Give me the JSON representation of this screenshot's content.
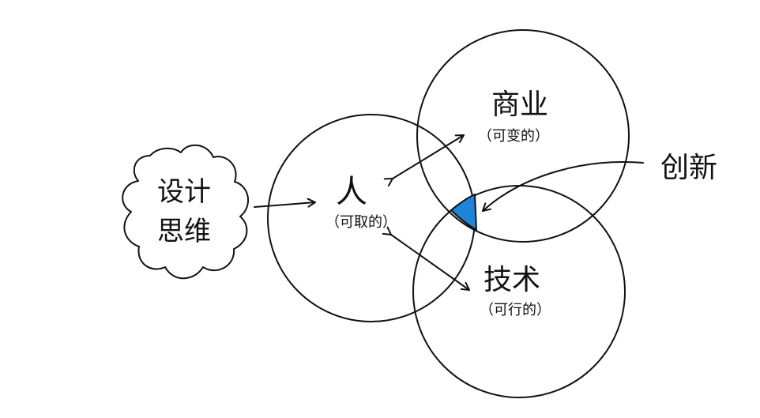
{
  "people": {
    "title": "人",
    "subtitle": "（可取的）"
  },
  "business": {
    "title": "商业",
    "subtitle": "（可变的）"
  },
  "technology": {
    "title": "技术",
    "subtitle": "（可行的）"
  },
  "innovation": {
    "label": "创新"
  },
  "design_thinking": {
    "line1": "设计",
    "line2": "思维"
  },
  "colors": {
    "ink": "#111111",
    "innovation_fill": "#1f84d8"
  }
}
